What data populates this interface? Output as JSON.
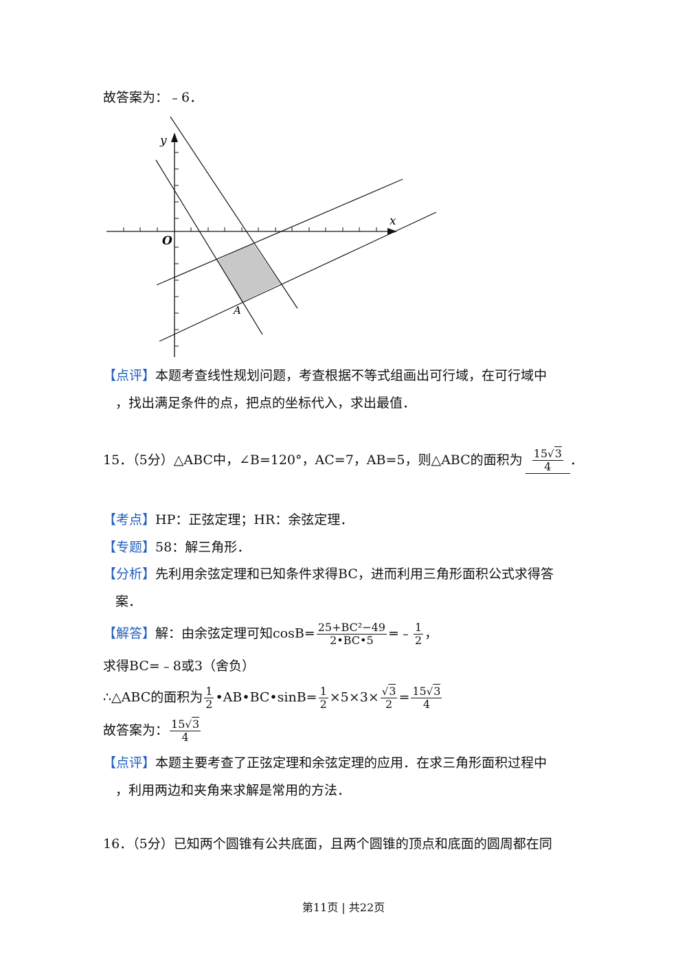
{
  "top_answer": "故答案为：﹣6．",
  "figure": {
    "axis_x_label": "x",
    "axis_y_label": "y",
    "origin_label": "O",
    "point_label": "A"
  },
  "review1": {
    "tag": "【点评】",
    "line1": "本题考查线性规划问题，考查根据不等式组画出可行域，在可行域中",
    "line2": "，找出满足条件的点，把点的坐标代入，求出最值．"
  },
  "q15": {
    "stem": "15．（5分）△ABC中，∠B=120°，AC=7，AB=5，则△ABC的面积为",
    "answer_num_coef": "15",
    "answer_num_rad": "3",
    "answer_den": "4",
    "end": "．",
    "kaodian_tag": "【考点】",
    "kaodian": "HP：正弦定理；HR：余弦定理．",
    "zhuanti_tag": "【专题】",
    "zhuanti": "58：解三角形．",
    "fenxi_tag": "【分析】",
    "fenxi1": "先利用余弦定理和已知条件求得BC，进而利用三角形面积公式求得答",
    "fenxi2": "案．",
    "jieda_tag": "【解答】",
    "jieda_prefix": "解：由余弦定理可知cosB=",
    "cos_num": "25+BC²−49",
    "cos_den": "2•BC•5",
    "cos_eq": "=﹣",
    "half_num": "1",
    "half_den": "2",
    "comma": "，",
    "bc_line": "求得BC=﹣8或3（舍负）",
    "area_prefix": "∴△ABC的面积为",
    "area_mid": "•AB•BC•sinB=",
    "area_mid2": "×5×3×",
    "sqrt3": "3",
    "eq": "=",
    "final_prefix": "故答案为：",
    "review_tag": "【点评】",
    "review1": "本题主要考查了正弦定理和余弦定理的应用．在求三角形面积过程中",
    "review2": "，利用两边和夹角来求解是常用的方法．"
  },
  "q16": {
    "stem": "16．（5分）已知两个圆锥有公共底面，且两个圆锥的顶点和底面的圆周都在同"
  },
  "footer": "第11页 | 共22页"
}
